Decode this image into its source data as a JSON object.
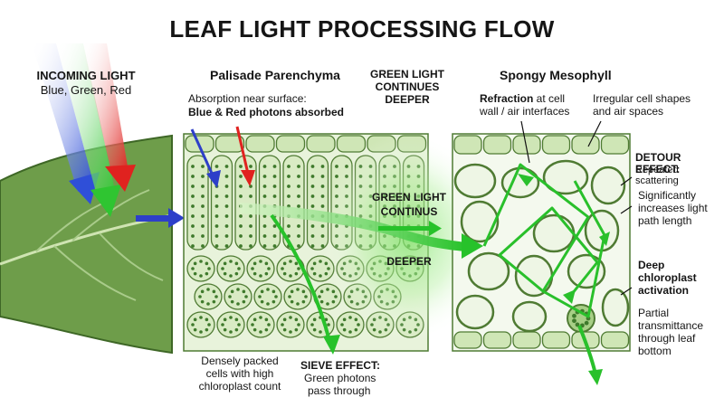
{
  "title": "LEAF LIGHT PROCESSING FLOW",
  "incoming": {
    "heading": "INCOMING LIGHT",
    "colors": "Blue, Green, Red"
  },
  "palisade": {
    "heading": "Palisade Parenchyma",
    "absorption_line1": "Absorption near surface:",
    "absorption_line2": "Blue & Red photons absorbed",
    "dense_line1": "Densely packed",
    "dense_line2": "cells with high",
    "dense_line3": "chloroplast count",
    "sieve_heading": "SIEVE EFFECT:",
    "sieve_line1": "Green photons",
    "sieve_line2": "pass through"
  },
  "middle": {
    "top_line1": "GREEN LIGHT",
    "top_line2": "CONTINUES",
    "top_line3": "DEEPER",
    "mid_line1": "GREEN LIGHT",
    "mid_line2": "CONTINUS",
    "bottom": "DEEPER"
  },
  "spongy": {
    "heading": "Spongy Mesophyll",
    "refraction_bold": "Refraction",
    "refraction_rest": " at cell",
    "refraction_line2": "wall / air interfaces",
    "irregular_line1": "Irregular cell shapes",
    "irregular_line2": "and air spaces",
    "detour_heading": "DETOUR EFFECT:",
    "detour_text": "Repeated scattering",
    "path_line1": "Significantly",
    "path_line2": "increases light",
    "path_line3": "path length",
    "deep_line1": "Deep",
    "deep_line2": "chloroplast",
    "deep_line3": "activation",
    "partial_line1": "Partial",
    "partial_line2": "transmittance",
    "partial_line3": "through leaf",
    "partial_line4": "bottom"
  },
  "colors": {
    "leaf": "#6e9d4a",
    "cell_fill": "#d9ebc4",
    "cell_stroke": "#4f7b33",
    "chloroplast": "#3f7a2c",
    "green_light": "#2fc531",
    "blue_light": "#2f4fd8",
    "red_light": "#e0221f",
    "arrow_blue": "#2d3fc9"
  }
}
